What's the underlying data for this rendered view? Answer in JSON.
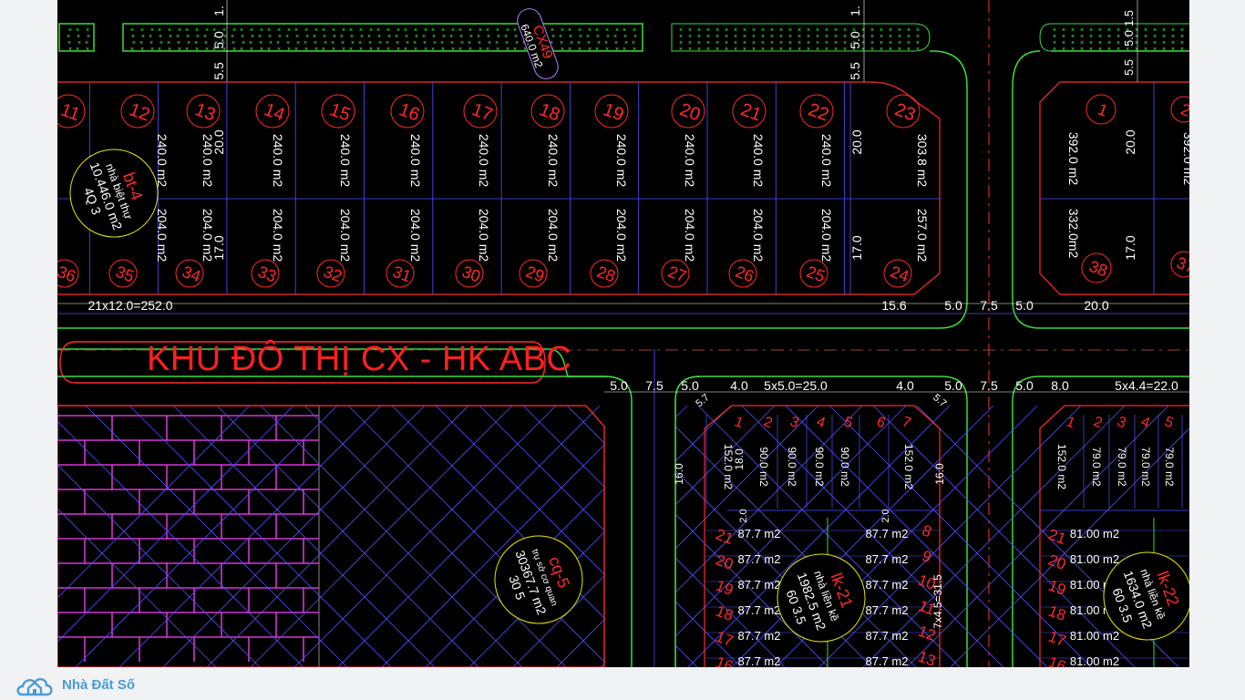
{
  "title": "KHU ĐÔ THỊ CX - HK ABC",
  "watermark": "Nhà Đất Số",
  "colors": {
    "background": "#000000",
    "lot_number": "#ff2a2a",
    "lot_line": "#ff2a2a",
    "road_edge": "#3cdc3c",
    "dimension": "#ffffff",
    "tree_hatch": "#40ff40",
    "block_outline": "#5050ff",
    "brick_hatch": "#ff40ff",
    "cyan_tag": "#00c0c0",
    "yellow_tag": "#e6e600"
  },
  "top_dims": {
    "edge1": "1.",
    "edge2": "5.0",
    "edge3": "5.5",
    "right_group": "5.0 1.5"
  },
  "green_strip": {
    "code": "CX49",
    "area": "640.0 m2"
  },
  "block_bt4": {
    "code": "bt-4",
    "type": "nhà biệt thự",
    "area": "10.446.0 m2",
    "floors": "4Q 3",
    "top_numbers": [
      "11",
      "12",
      "13",
      "14",
      "15",
      "16",
      "17",
      "18",
      "19",
      "20",
      "21",
      "22",
      "23"
    ],
    "bottom_numbers": [
      "36",
      "35",
      "34",
      "33",
      "32",
      "31",
      "30",
      "29",
      "28",
      "27",
      "26",
      "25",
      "24"
    ],
    "top_area": "240.0 m2",
    "bottom_area": "204.0 m2",
    "corner_top_area": "303.8 m2",
    "corner_bottom_area": "257.0 m2",
    "depth_top": "20.0",
    "depth_bottom": "17.0",
    "width_summary": "21x12.0=252.0",
    "corner_width": "15.6"
  },
  "block_right_top": {
    "top_number": "1",
    "bottom_number": "38",
    "top_area": "392.0 m2",
    "bottom_area": "332.0m2",
    "depth_top": "20.0",
    "depth_bottom": "17.0",
    "width": "20.0",
    "edge_number_top": "2",
    "edge_number_bottom": "37"
  },
  "road_dims": [
    "5.0",
    "7.5",
    "5.0",
    "5.0",
    "7.5",
    "5.0"
  ],
  "block_lk21": {
    "code": "lk-21",
    "type": "nhà liền kề",
    "area": "1982.5 m2",
    "floors": "60 3.5",
    "top_numbers": [
      "1",
      "2",
      "3",
      "4",
      "5",
      "6",
      "7"
    ],
    "top_areas": [
      "152.0 m2",
      "90.0 m2",
      "90.0 m2",
      "90.0 m2",
      "90.0 m2",
      "152.0 m2"
    ],
    "left_numbers": [
      "21",
      "20",
      "19",
      "18",
      "17",
      "16"
    ],
    "right_numbers": [
      "8",
      "9",
      "10",
      "11",
      "12",
      "13"
    ],
    "row_area": "87.7 m2",
    "dims": {
      "road_left": "5.0",
      "road_mid": "7.5",
      "road_right": "5.0",
      "corner_left": "4.0",
      "corner_right": "4.0",
      "chamfer": "5.7",
      "front": "5x5.0=25.0",
      "depth": "16.0",
      "inner_depth": "18.0",
      "offset": "2.0",
      "side": "7x4.5=31.5"
    }
  },
  "block_lk22": {
    "code": "lk-22",
    "type": "nhà liền kề",
    "area": "1634.0 m2",
    "floors": "60 3.5",
    "top_numbers": [
      "1",
      "2",
      "3",
      "4",
      "5"
    ],
    "top_areas": [
      "152.0 m2",
      "79.0 m2",
      "79.0 m2",
      "79.0 m2",
      "79.0 m2"
    ],
    "left_numbers": [
      "21",
      "20",
      "19",
      "18",
      "17",
      "16"
    ],
    "row_area": "81.00 m2",
    "dims": {
      "front": "5x4.4=22.0",
      "corner": "8.0"
    }
  },
  "block_cq5": {
    "code": "cq-5",
    "type": "trụ sở cơ quan",
    "area": "30367.7 m2",
    "floors": "30 5"
  },
  "icons": {
    "logo": "house-cloud-icon"
  }
}
